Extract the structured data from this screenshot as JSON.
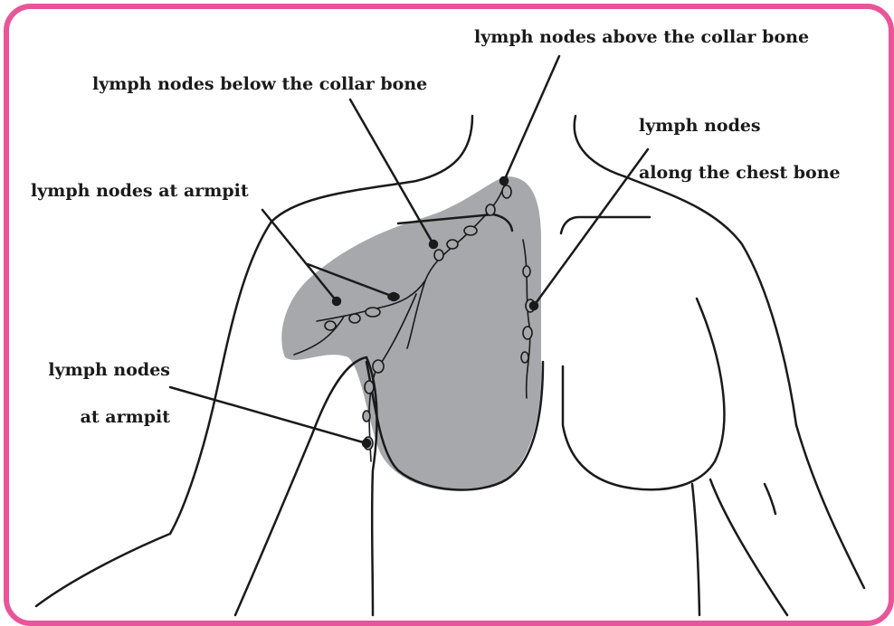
{
  "colors": {
    "border": "#e8559a",
    "shaded_region": "#a7a8ab",
    "lines": "#1a1a1a",
    "background": "#ffffff"
  },
  "labels": {
    "above_collar": "lymph nodes above the collar bone",
    "below_collar": "lymph nodes below the collar bone",
    "chest_bone_line1": "lymph nodes",
    "chest_bone_line2": "along the chest bone",
    "armpit_upper": "lymph nodes at armpit",
    "armpit_lower_line1": "lymph nodes",
    "armpit_lower_line2": "at armpit"
  }
}
